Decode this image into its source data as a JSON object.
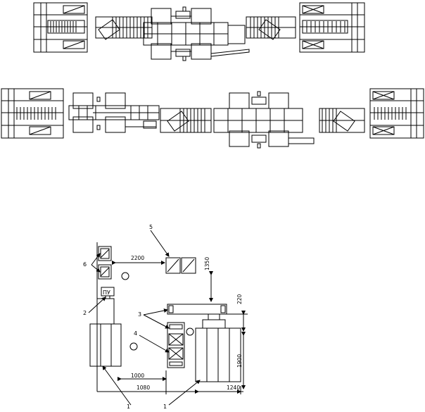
{
  "layout_plan": {
    "callouts": [
      "1",
      "1",
      "2",
      "3",
      "4",
      "5",
      "6"
    ],
    "control_panel_label": "ПУ",
    "dimensions": [
      "2200",
      "1350",
      "220",
      "1900",
      "1000",
      "1080",
      "1240"
    ]
  }
}
